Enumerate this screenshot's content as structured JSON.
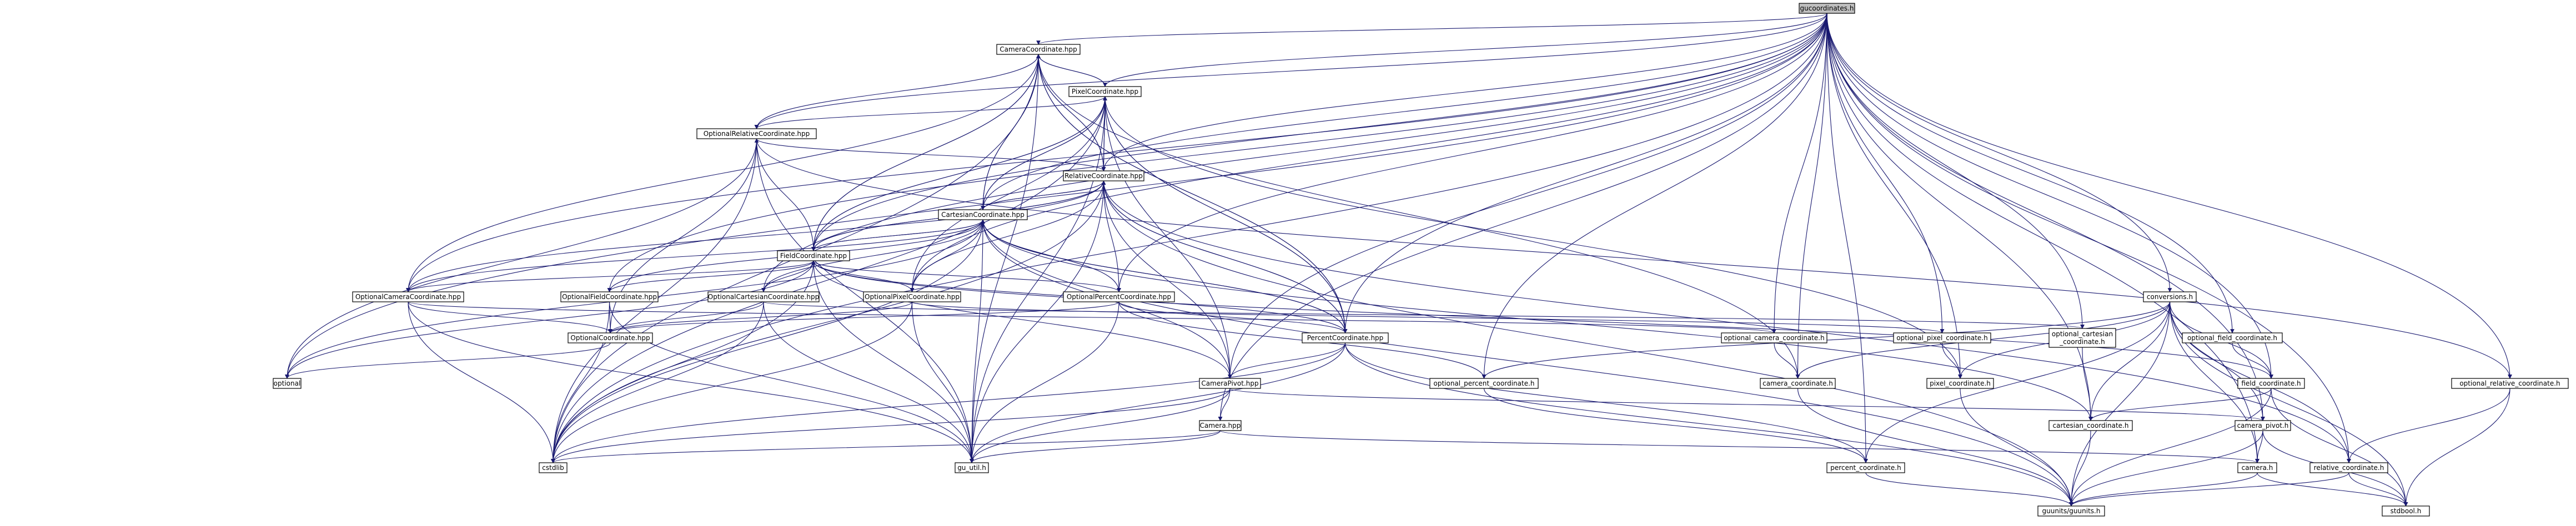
{
  "graph": {
    "nodes": [
      {
        "id": "root",
        "label": "gucoordinates.h",
        "root": true
      },
      {
        "id": "cam_hpp",
        "label": "CameraCoordinate.hpp"
      },
      {
        "id": "pix_hpp",
        "label": "PixelCoordinate.hpp"
      },
      {
        "id": "optrel_hpp",
        "label": "OptionalRelativeCoordinate.hpp"
      },
      {
        "id": "rel_hpp",
        "label": "RelativeCoordinate.hpp"
      },
      {
        "id": "cart_hpp",
        "label": "CartesianCoordinate.hpp"
      },
      {
        "id": "field_hpp",
        "label": "FieldCoordinate.hpp"
      },
      {
        "id": "optcam_hpp",
        "label": "OptionalCameraCoordinate.hpp"
      },
      {
        "id": "optfield_hpp",
        "label": "OptionalFieldCoordinate.hpp"
      },
      {
        "id": "optcart_hpp",
        "label": "OptionalCartesianCoordinate.hpp"
      },
      {
        "id": "optpix_hpp",
        "label": "OptionalPixelCoordinate.hpp"
      },
      {
        "id": "optperc_hpp",
        "label": "OptionalPercentCoordinate.hpp"
      },
      {
        "id": "optcoord_hpp",
        "label": "OptionalCoordinate.hpp"
      },
      {
        "id": "optional",
        "label": "optional",
        "bare": true
      },
      {
        "id": "perc_hpp",
        "label": "PercentCoordinate.hpp"
      },
      {
        "id": "campivot_hpp",
        "label": "CameraPivot.hpp"
      },
      {
        "id": "camera_hpp",
        "label": "Camera.hpp"
      },
      {
        "id": "cstdlib",
        "label": "cstdlib",
        "bare": true
      },
      {
        "id": "gu_util",
        "label": "gu_util.h"
      },
      {
        "id": "optcam_h",
        "label": "optional_camera_coordinate.h"
      },
      {
        "id": "optpix_h",
        "label": "optional_pixel_coordinate.h"
      },
      {
        "id": "optcart_h",
        "label": "optional_cartesian\n_coordinate.h"
      },
      {
        "id": "optfield_h",
        "label": "optional_field_coordinate.h"
      },
      {
        "id": "conv_h",
        "label": "conversions.h"
      },
      {
        "id": "optperc_h",
        "label": "optional_percent_coordinate.h"
      },
      {
        "id": "camcoord_h",
        "label": "camera_coordinate.h"
      },
      {
        "id": "pixcoord_h",
        "label": "pixel_coordinate.h"
      },
      {
        "id": "fieldcoord_h",
        "label": "field_coordinate.h"
      },
      {
        "id": "optrel_h",
        "label": "optional_relative_coordinate.h"
      },
      {
        "id": "cartcoord_h",
        "label": "cartesian_coordinate.h"
      },
      {
        "id": "campivot_h",
        "label": "camera_pivot.h"
      },
      {
        "id": "perccoord_h",
        "label": "percent_coordinate.h"
      },
      {
        "id": "camera_h",
        "label": "camera.h"
      },
      {
        "id": "relcoord_h",
        "label": "relative_coordinate.h"
      },
      {
        "id": "guunits_h",
        "label": "guunits/guunits.h"
      },
      {
        "id": "stdbool_h",
        "label": "stdbool.h"
      }
    ],
    "edges": [
      [
        "root",
        "cam_hpp"
      ],
      [
        "root",
        "pix_hpp"
      ],
      [
        "root",
        "optrel_hpp"
      ],
      [
        "root",
        "rel_hpp"
      ],
      [
        "root",
        "cart_hpp"
      ],
      [
        "root",
        "field_hpp"
      ],
      [
        "root",
        "optcam_hpp"
      ],
      [
        "root",
        "optfield_hpp"
      ],
      [
        "root",
        "optcart_hpp"
      ],
      [
        "root",
        "optpix_hpp"
      ],
      [
        "root",
        "optperc_hpp"
      ],
      [
        "root",
        "perc_hpp"
      ],
      [
        "root",
        "campivot_hpp"
      ],
      [
        "root",
        "camera_hpp"
      ],
      [
        "root",
        "optcam_h"
      ],
      [
        "root",
        "optpix_h"
      ],
      [
        "root",
        "optcart_h"
      ],
      [
        "root",
        "optfield_h"
      ],
      [
        "root",
        "conv_h"
      ],
      [
        "root",
        "optperc_h"
      ],
      [
        "root",
        "camcoord_h"
      ],
      [
        "root",
        "pixcoord_h"
      ],
      [
        "root",
        "fieldcoord_h"
      ],
      [
        "root",
        "optrel_h"
      ],
      [
        "root",
        "cartcoord_h"
      ],
      [
        "root",
        "campivot_h"
      ],
      [
        "root",
        "perccoord_h"
      ],
      [
        "root",
        "camera_h"
      ],
      [
        "root",
        "relcoord_h"
      ],
      [
        "root",
        "optional"
      ],
      [
        "root",
        "cstdlib"
      ],
      [
        "cam_hpp",
        "pix_hpp"
      ],
      [
        "cam_hpp",
        "optrel_hpp"
      ],
      [
        "cam_hpp",
        "rel_hpp"
      ],
      [
        "cam_hpp",
        "cart_hpp"
      ],
      [
        "cam_hpp",
        "field_hpp"
      ],
      [
        "cam_hpp",
        "perc_hpp"
      ],
      [
        "cam_hpp",
        "cstdlib"
      ],
      [
        "cam_hpp",
        "gu_util"
      ],
      [
        "cam_hpp",
        "camcoord_h"
      ],
      [
        "pix_hpp",
        "cam_hpp"
      ],
      [
        "pix_hpp",
        "optrel_hpp"
      ],
      [
        "pix_hpp",
        "rel_hpp"
      ],
      [
        "pix_hpp",
        "cart_hpp"
      ],
      [
        "pix_hpp",
        "field_hpp"
      ],
      [
        "pix_hpp",
        "perc_hpp"
      ],
      [
        "pix_hpp",
        "campivot_hpp"
      ],
      [
        "pix_hpp",
        "cstdlib"
      ],
      [
        "pix_hpp",
        "gu_util"
      ],
      [
        "pix_hpp",
        "pixcoord_h"
      ],
      [
        "optrel_hpp",
        "rel_hpp"
      ],
      [
        "optrel_hpp",
        "optcoord_hpp"
      ],
      [
        "optrel_hpp",
        "optional"
      ],
      [
        "optrel_hpp",
        "cstdlib"
      ],
      [
        "optrel_hpp",
        "gu_util"
      ],
      [
        "optrel_hpp",
        "optrel_h"
      ],
      [
        "rel_hpp",
        "cam_hpp"
      ],
      [
        "rel_hpp",
        "pix_hpp"
      ],
      [
        "rel_hpp",
        "cart_hpp"
      ],
      [
        "rel_hpp",
        "field_hpp"
      ],
      [
        "rel_hpp",
        "perc_hpp"
      ],
      [
        "rel_hpp",
        "campivot_hpp"
      ],
      [
        "rel_hpp",
        "optcam_hpp"
      ],
      [
        "rel_hpp",
        "optpix_hpp"
      ],
      [
        "rel_hpp",
        "optperc_hpp"
      ],
      [
        "rel_hpp",
        "cstdlib"
      ],
      [
        "rel_hpp",
        "gu_util"
      ],
      [
        "rel_hpp",
        "guunits_h"
      ],
      [
        "rel_hpp",
        "relcoord_h"
      ],
      [
        "cart_hpp",
        "cam_hpp"
      ],
      [
        "cart_hpp",
        "pix_hpp"
      ],
      [
        "cart_hpp",
        "rel_hpp"
      ],
      [
        "cart_hpp",
        "field_hpp"
      ],
      [
        "cart_hpp",
        "perc_hpp"
      ],
      [
        "cart_hpp",
        "campivot_hpp"
      ],
      [
        "cart_hpp",
        "optcam_hpp"
      ],
      [
        "cart_hpp",
        "optpix_hpp"
      ],
      [
        "cart_hpp",
        "optperc_hpp"
      ],
      [
        "cart_hpp",
        "optfield_hpp"
      ],
      [
        "cart_hpp",
        "optional"
      ],
      [
        "cart_hpp",
        "cstdlib"
      ],
      [
        "cart_hpp",
        "gu_util"
      ],
      [
        "cart_hpp",
        "cartcoord_h"
      ],
      [
        "cart_hpp",
        "guunits_h"
      ],
      [
        "field_hpp",
        "cam_hpp"
      ],
      [
        "field_hpp",
        "pix_hpp"
      ],
      [
        "field_hpp",
        "rel_hpp"
      ],
      [
        "field_hpp",
        "cart_hpp"
      ],
      [
        "field_hpp",
        "perc_hpp"
      ],
      [
        "field_hpp",
        "campivot_hpp"
      ],
      [
        "field_hpp",
        "optcam_hpp"
      ],
      [
        "field_hpp",
        "optcart_hpp"
      ],
      [
        "field_hpp",
        "optpix_hpp"
      ],
      [
        "field_hpp",
        "optperc_hpp"
      ],
      [
        "field_hpp",
        "optrel_hpp"
      ],
      [
        "field_hpp",
        "optional"
      ],
      [
        "field_hpp",
        "cstdlib"
      ],
      [
        "field_hpp",
        "gu_util"
      ],
      [
        "field_hpp",
        "fieldcoord_h"
      ],
      [
        "optcam_hpp",
        "cam_hpp"
      ],
      [
        "optcam_hpp",
        "optcoord_hpp"
      ],
      [
        "optcam_hpp",
        "cstdlib"
      ],
      [
        "optcam_hpp",
        "gu_util"
      ],
      [
        "optcam_hpp",
        "optcam_h"
      ],
      [
        "optfield_hpp",
        "field_hpp"
      ],
      [
        "optfield_hpp",
        "optcoord_hpp"
      ],
      [
        "optfield_hpp",
        "cstdlib"
      ],
      [
        "optfield_hpp",
        "gu_util"
      ],
      [
        "optcart_hpp",
        "cart_hpp"
      ],
      [
        "optcart_hpp",
        "optcoord_hpp"
      ],
      [
        "optcart_hpp",
        "cstdlib"
      ],
      [
        "optcart_hpp",
        "gu_util"
      ],
      [
        "optcart_hpp",
        "optcart_h"
      ],
      [
        "optpix_hpp",
        "pix_hpp"
      ],
      [
        "optpix_hpp",
        "optcoord_hpp"
      ],
      [
        "optpix_hpp",
        "cstdlib"
      ],
      [
        "optpix_hpp",
        "gu_util"
      ],
      [
        "optpix_hpp",
        "optpix_h"
      ],
      [
        "optperc_hpp",
        "perc_hpp"
      ],
      [
        "optperc_hpp",
        "optcoord_hpp"
      ],
      [
        "optperc_hpp",
        "gu_util"
      ],
      [
        "optperc_hpp",
        "optperc_h"
      ],
      [
        "optcoord_hpp",
        "optional"
      ],
      [
        "perc_hpp",
        "cam_hpp"
      ],
      [
        "perc_hpp",
        "pix_hpp"
      ],
      [
        "perc_hpp",
        "rel_hpp"
      ],
      [
        "perc_hpp",
        "cart_hpp"
      ],
      [
        "perc_hpp",
        "campivot_hpp"
      ],
      [
        "perc_hpp",
        "cstdlib"
      ],
      [
        "perc_hpp",
        "gu_util"
      ],
      [
        "perc_hpp",
        "perccoord_h"
      ],
      [
        "perc_hpp",
        "guunits_h"
      ],
      [
        "campivot_hpp",
        "camera_hpp"
      ],
      [
        "campivot_hpp",
        "cstdlib"
      ],
      [
        "campivot_hpp",
        "gu_util"
      ],
      [
        "campivot_hpp",
        "campivot_h"
      ],
      [
        "camera_hpp",
        "cstdlib"
      ],
      [
        "camera_hpp",
        "gu_util"
      ],
      [
        "camera_hpp",
        "camera_h"
      ],
      [
        "optcam_h",
        "camcoord_h"
      ],
      [
        "optpix_h",
        "pixcoord_h"
      ],
      [
        "optcart_h",
        "cartcoord_h"
      ],
      [
        "optfield_h",
        "fieldcoord_h"
      ],
      [
        "optperc_h",
        "perccoord_h"
      ],
      [
        "optrel_h",
        "relcoord_h"
      ],
      [
        "optrel_h",
        "stdbool_h"
      ],
      [
        "conv_h",
        "camcoord_h"
      ],
      [
        "conv_h",
        "pixcoord_h"
      ],
      [
        "conv_h",
        "fieldcoord_h"
      ],
      [
        "conv_h",
        "cartcoord_h"
      ],
      [
        "conv_h",
        "campivot_h"
      ],
      [
        "conv_h",
        "perccoord_h"
      ],
      [
        "conv_h",
        "relcoord_h"
      ],
      [
        "conv_h",
        "camera_h"
      ],
      [
        "conv_h",
        "guunits_h"
      ],
      [
        "conv_h",
        "stdbool_h"
      ],
      [
        "conv_h",
        "optperc_h"
      ],
      [
        "camcoord_h",
        "guunits_h"
      ],
      [
        "pixcoord_h",
        "guunits_h"
      ],
      [
        "fieldcoord_h",
        "cartcoord_h"
      ],
      [
        "fieldcoord_h",
        "guunits_h"
      ],
      [
        "fieldcoord_h",
        "stdbool_h"
      ],
      [
        "cartcoord_h",
        "guunits_h"
      ],
      [
        "campivot_h",
        "camera_h"
      ],
      [
        "campivot_h",
        "guunits_h"
      ],
      [
        "campivot_h",
        "stdbool_h"
      ],
      [
        "perccoord_h",
        "guunits_h"
      ],
      [
        "camera_h",
        "guunits_h"
      ],
      [
        "camera_h",
        "stdbool_h"
      ],
      [
        "relcoord_h",
        "guunits_h"
      ],
      [
        "relcoord_h",
        "stdbool_h"
      ]
    ]
  }
}
